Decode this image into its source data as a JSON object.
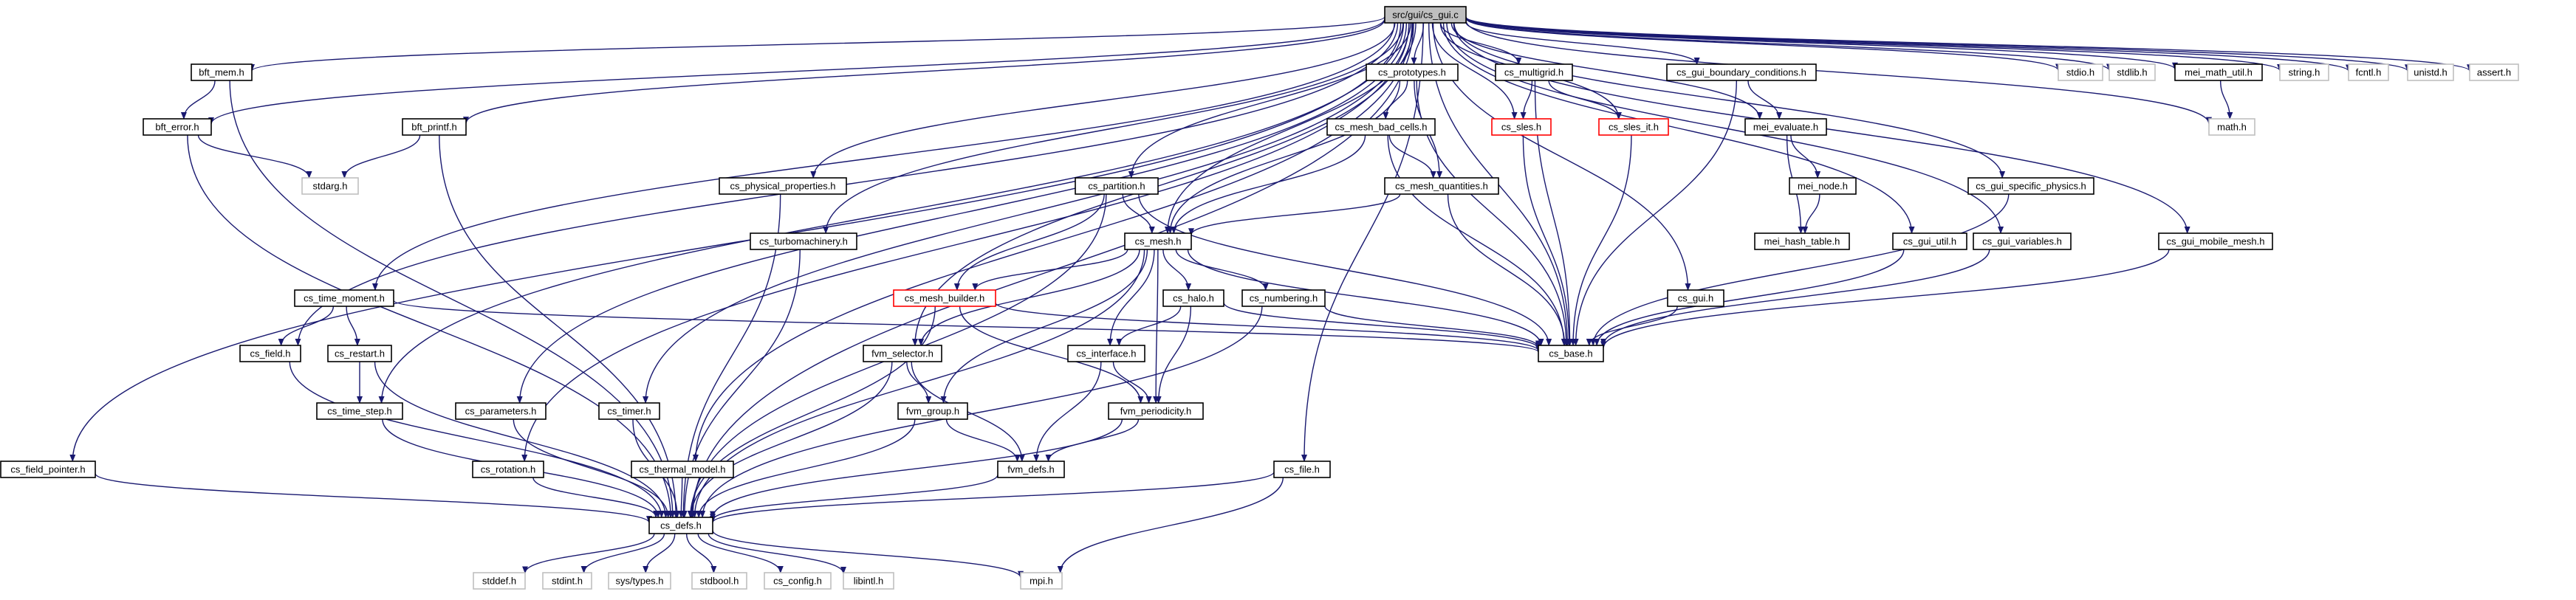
{
  "colors": {
    "edge": "#191970",
    "node_border": "#000000",
    "external_border": "#bfbfbf",
    "missing_border": "#ff0000",
    "root_fill": "#bfbfbf",
    "node_fill": "#ffffff"
  },
  "graph": {
    "root": "src/gui/cs_gui.c",
    "nodes": [
      {
        "id": "cs_gui_c",
        "label": "src/gui/cs_gui.c",
        "kind": "root"
      },
      {
        "id": "bft_mem_h",
        "label": "bft_mem.h",
        "kind": "normal"
      },
      {
        "id": "bft_error_h",
        "label": "bft_error.h",
        "kind": "normal"
      },
      {
        "id": "bft_printf_h",
        "label": "bft_printf.h",
        "kind": "normal"
      },
      {
        "id": "stdarg_h",
        "label": "stdarg.h",
        "kind": "external"
      },
      {
        "id": "cs_physical_properties_h",
        "label": "cs_physical_properties.h",
        "kind": "normal"
      },
      {
        "id": "cs_partition_h",
        "label": "cs_partition.h",
        "kind": "normal"
      },
      {
        "id": "cs_prototypes_h",
        "label": "cs_prototypes.h",
        "kind": "normal"
      },
      {
        "id": "cs_mesh_bad_cells_h",
        "label": "cs_mesh_bad_cells.h",
        "kind": "normal"
      },
      {
        "id": "cs_mesh_quantities_h",
        "label": "cs_mesh_quantities.h",
        "kind": "normal"
      },
      {
        "id": "cs_multigrid_h",
        "label": "cs_multigrid.h",
        "kind": "normal"
      },
      {
        "id": "cs_sles_h",
        "label": "cs_sles.h",
        "kind": "missing"
      },
      {
        "id": "cs_sles_it_h",
        "label": "cs_sles_it.h",
        "kind": "missing"
      },
      {
        "id": "cs_gui_boundary_conditions_h",
        "label": "cs_gui_boundary_conditions.h",
        "kind": "normal"
      },
      {
        "id": "mei_evaluate_h",
        "label": "mei_evaluate.h",
        "kind": "normal"
      },
      {
        "id": "mei_node_h",
        "label": "mei_node.h",
        "kind": "normal"
      },
      {
        "id": "mei_hash_table_h",
        "label": "mei_hash_table.h",
        "kind": "normal"
      },
      {
        "id": "stdio_h",
        "label": "stdio.h",
        "kind": "external"
      },
      {
        "id": "stdlib_h",
        "label": "stdlib.h",
        "kind": "external"
      },
      {
        "id": "mei_math_util_h",
        "label": "mei_math_util.h",
        "kind": "normal"
      },
      {
        "id": "math_h",
        "label": "math.h",
        "kind": "external"
      },
      {
        "id": "string_h",
        "label": "string.h",
        "kind": "external"
      },
      {
        "id": "fcntl_h",
        "label": "fcntl.h",
        "kind": "external"
      },
      {
        "id": "unistd_h",
        "label": "unistd.h",
        "kind": "external"
      },
      {
        "id": "assert_h",
        "label": "assert.h",
        "kind": "external"
      },
      {
        "id": "cs_gui_specific_physics_h",
        "label": "cs_gui_specific_physics.h",
        "kind": "normal"
      },
      {
        "id": "cs_gui_util_h",
        "label": "cs_gui_util.h",
        "kind": "normal"
      },
      {
        "id": "cs_gui_variables_h",
        "label": "cs_gui_variables.h",
        "kind": "normal"
      },
      {
        "id": "cs_gui_mobile_mesh_h",
        "label": "cs_gui_mobile_mesh.h",
        "kind": "normal"
      },
      {
        "id": "cs_turbomachinery_h",
        "label": "cs_turbomachinery.h",
        "kind": "normal"
      },
      {
        "id": "cs_mesh_h",
        "label": "cs_mesh.h",
        "kind": "normal"
      },
      {
        "id": "cs_mesh_builder_h",
        "label": "cs_mesh_builder.h",
        "kind": "missing"
      },
      {
        "id": "cs_halo_h",
        "label": "cs_halo.h",
        "kind": "normal"
      },
      {
        "id": "cs_numbering_h",
        "label": "cs_numbering.h",
        "kind": "normal"
      },
      {
        "id": "cs_gui_h",
        "label": "cs_gui.h",
        "kind": "normal"
      },
      {
        "id": "cs_base_h",
        "label": "cs_base.h",
        "kind": "normal"
      },
      {
        "id": "cs_time_moment_h",
        "label": "cs_time_moment.h",
        "kind": "normal"
      },
      {
        "id": "cs_field_h",
        "label": "cs_field.h",
        "kind": "normal"
      },
      {
        "id": "cs_restart_h",
        "label": "cs_restart.h",
        "kind": "normal"
      },
      {
        "id": "fvm_selector_h",
        "label": "fvm_selector.h",
        "kind": "normal"
      },
      {
        "id": "cs_interface_h",
        "label": "cs_interface.h",
        "kind": "normal"
      },
      {
        "id": "cs_time_step_h",
        "label": "cs_time_step.h",
        "kind": "normal"
      },
      {
        "id": "cs_parameters_h",
        "label": "cs_parameters.h",
        "kind": "normal"
      },
      {
        "id": "cs_timer_h",
        "label": "cs_timer.h",
        "kind": "normal"
      },
      {
        "id": "fvm_group_h",
        "label": "fvm_group.h",
        "kind": "normal"
      },
      {
        "id": "fvm_periodicity_h",
        "label": "fvm_periodicity.h",
        "kind": "normal"
      },
      {
        "id": "cs_field_pointer_h",
        "label": "cs_field_pointer.h",
        "kind": "normal"
      },
      {
        "id": "cs_rotation_h",
        "label": "cs_rotation.h",
        "kind": "normal"
      },
      {
        "id": "cs_thermal_model_h",
        "label": "cs_thermal_model.h",
        "kind": "normal"
      },
      {
        "id": "fvm_defs_h",
        "label": "fvm_defs.h",
        "kind": "normal"
      },
      {
        "id": "cs_file_h",
        "label": "cs_file.h",
        "kind": "normal"
      },
      {
        "id": "cs_defs_h",
        "label": "cs_defs.h",
        "kind": "normal"
      },
      {
        "id": "stddef_h",
        "label": "stddef.h",
        "kind": "external"
      },
      {
        "id": "stdint_h",
        "label": "stdint.h",
        "kind": "external"
      },
      {
        "id": "sys_types_h",
        "label": "sys/types.h",
        "kind": "external"
      },
      {
        "id": "stdbool_h",
        "label": "stdbool.h",
        "kind": "external"
      },
      {
        "id": "cs_config_h",
        "label": "cs_config.h",
        "kind": "external"
      },
      {
        "id": "libintl_h",
        "label": "libintl.h",
        "kind": "external"
      },
      {
        "id": "mpi_h",
        "label": "mpi.h",
        "kind": "external"
      }
    ],
    "edges": [
      [
        "cs_gui_c",
        "bft_mem_h"
      ],
      [
        "cs_gui_c",
        "bft_error_h"
      ],
      [
        "cs_gui_c",
        "bft_printf_h"
      ],
      [
        "cs_gui_c",
        "cs_physical_properties_h"
      ],
      [
        "cs_gui_c",
        "cs_partition_h"
      ],
      [
        "cs_gui_c",
        "cs_prototypes_h"
      ],
      [
        "cs_gui_c",
        "cs_multigrid_h"
      ],
      [
        "cs_gui_c",
        "cs_sles_h"
      ],
      [
        "cs_gui_c",
        "cs_sles_it_h"
      ],
      [
        "cs_gui_c",
        "cs_gui_boundary_conditions_h"
      ],
      [
        "cs_gui_c",
        "mei_evaluate_h"
      ],
      [
        "cs_gui_c",
        "stdio_h"
      ],
      [
        "cs_gui_c",
        "stdlib_h"
      ],
      [
        "cs_gui_c",
        "mei_math_util_h"
      ],
      [
        "cs_gui_c",
        "math_h"
      ],
      [
        "cs_gui_c",
        "string_h"
      ],
      [
        "cs_gui_c",
        "fcntl_h"
      ],
      [
        "cs_gui_c",
        "unistd_h"
      ],
      [
        "cs_gui_c",
        "assert_h"
      ],
      [
        "cs_gui_c",
        "cs_gui_specific_physics_h"
      ],
      [
        "cs_gui_c",
        "cs_gui_util_h"
      ],
      [
        "cs_gui_c",
        "cs_gui_variables_h"
      ],
      [
        "cs_gui_c",
        "cs_gui_mobile_mesh_h"
      ],
      [
        "cs_gui_c",
        "cs_turbomachinery_h"
      ],
      [
        "cs_gui_c",
        "cs_mesh_h"
      ],
      [
        "cs_gui_c",
        "cs_gui_h"
      ],
      [
        "cs_gui_c",
        "cs_base_h"
      ],
      [
        "cs_gui_c",
        "cs_time_moment_h"
      ],
      [
        "cs_gui_c",
        "cs_field_h"
      ],
      [
        "cs_gui_c",
        "fvm_selector_h"
      ],
      [
        "cs_gui_c",
        "cs_time_step_h"
      ],
      [
        "cs_gui_c",
        "cs_parameters_h"
      ],
      [
        "cs_gui_c",
        "cs_timer_h"
      ],
      [
        "cs_gui_c",
        "cs_field_pointer_h"
      ],
      [
        "cs_gui_c",
        "cs_rotation_h"
      ],
      [
        "cs_gui_c",
        "cs_thermal_model_h"
      ],
      [
        "cs_gui_c",
        "cs_file_h"
      ],
      [
        "cs_gui_c",
        "cs_defs_h"
      ],
      [
        "bft_mem_h",
        "bft_error_h"
      ],
      [
        "bft_mem_h",
        "cs_defs_h"
      ],
      [
        "bft_error_h",
        "stdarg_h"
      ],
      [
        "bft_error_h",
        "cs_defs_h"
      ],
      [
        "bft_printf_h",
        "stdarg_h"
      ],
      [
        "bft_printf_h",
        "cs_defs_h"
      ],
      [
        "cs_physical_properties_h",
        "cs_defs_h"
      ],
      [
        "cs_partition_h",
        "cs_mesh_h"
      ],
      [
        "cs_partition_h",
        "cs_mesh_builder_h"
      ],
      [
        "cs_partition_h",
        "cs_base_h"
      ],
      [
        "cs_partition_h",
        "cs_defs_h"
      ],
      [
        "cs_prototypes_h",
        "cs_mesh_bad_cells_h"
      ],
      [
        "cs_prototypes_h",
        "cs_mesh_quantities_h"
      ],
      [
        "cs_prototypes_h",
        "cs_mesh_h"
      ],
      [
        "cs_prototypes_h",
        "cs_base_h"
      ],
      [
        "cs_mesh_bad_cells_h",
        "cs_mesh_quantities_h"
      ],
      [
        "cs_mesh_bad_cells_h",
        "cs_mesh_h"
      ],
      [
        "cs_mesh_bad_cells_h",
        "cs_base_h"
      ],
      [
        "cs_mesh_quantities_h",
        "cs_mesh_h"
      ],
      [
        "cs_mesh_quantities_h",
        "cs_base_h"
      ],
      [
        "cs_multigrid_h",
        "cs_sles_h"
      ],
      [
        "cs_multigrid_h",
        "cs_sles_it_h"
      ],
      [
        "cs_multigrid_h",
        "cs_base_h"
      ],
      [
        "cs_sles_h",
        "cs_base_h"
      ],
      [
        "cs_sles_it_h",
        "cs_base_h"
      ],
      [
        "cs_gui_boundary_conditions_h",
        "mei_evaluate_h"
      ],
      [
        "cs_gui_boundary_conditions_h",
        "cs_base_h"
      ],
      [
        "mei_evaluate_h",
        "mei_node_h"
      ],
      [
        "mei_evaluate_h",
        "mei_hash_table_h"
      ],
      [
        "mei_node_h",
        "mei_hash_table_h"
      ],
      [
        "mei_math_util_h",
        "math_h"
      ],
      [
        "cs_gui_specific_physics_h",
        "cs_base_h"
      ],
      [
        "cs_gui_util_h",
        "cs_base_h"
      ],
      [
        "cs_gui_variables_h",
        "cs_base_h"
      ],
      [
        "cs_gui_mobile_mesh_h",
        "cs_base_h"
      ],
      [
        "cs_gui_h",
        "cs_base_h"
      ],
      [
        "cs_turbomachinery_h",
        "cs_defs_h"
      ],
      [
        "cs_mesh_h",
        "cs_mesh_builder_h"
      ],
      [
        "cs_mesh_h",
        "cs_halo_h"
      ],
      [
        "cs_mesh_h",
        "cs_numbering_h"
      ],
      [
        "cs_mesh_h",
        "cs_base_h"
      ],
      [
        "cs_mesh_h",
        "fvm_selector_h"
      ],
      [
        "cs_mesh_h",
        "cs_interface_h"
      ],
      [
        "cs_mesh_h",
        "fvm_group_h"
      ],
      [
        "cs_mesh_h",
        "fvm_periodicity_h"
      ],
      [
        "cs_mesh_h",
        "cs_defs_h"
      ],
      [
        "cs_mesh_builder_h",
        "cs_base_h"
      ],
      [
        "cs_mesh_builder_h",
        "fvm_periodicity_h"
      ],
      [
        "cs_mesh_builder_h",
        "cs_defs_h"
      ],
      [
        "cs_halo_h",
        "cs_base_h"
      ],
      [
        "cs_halo_h",
        "cs_interface_h"
      ],
      [
        "cs_halo_h",
        "fvm_periodicity_h"
      ],
      [
        "cs_numbering_h",
        "cs_base_h"
      ],
      [
        "cs_numbering_h",
        "cs_defs_h"
      ],
      [
        "cs_time_moment_h",
        "cs_field_h"
      ],
      [
        "cs_time_moment_h",
        "cs_restart_h"
      ],
      [
        "cs_time_moment_h",
        "cs_base_h"
      ],
      [
        "cs_field_h",
        "cs_defs_h"
      ],
      [
        "cs_restart_h",
        "cs_time_step_h"
      ],
      [
        "cs_restart_h",
        "cs_defs_h"
      ],
      [
        "fvm_selector_h",
        "fvm_group_h"
      ],
      [
        "fvm_selector_h",
        "fvm_defs_h"
      ],
      [
        "fvm_selector_h",
        "cs_defs_h"
      ],
      [
        "cs_interface_h",
        "fvm_periodicity_h"
      ],
      [
        "cs_interface_h",
        "fvm_defs_h"
      ],
      [
        "cs_time_step_h",
        "cs_defs_h"
      ],
      [
        "cs_parameters_h",
        "cs_defs_h"
      ],
      [
        "cs_timer_h",
        "cs_defs_h"
      ],
      [
        "fvm_group_h",
        "fvm_defs_h"
      ],
      [
        "fvm_group_h",
        "cs_defs_h"
      ],
      [
        "fvm_periodicity_h",
        "fvm_defs_h"
      ],
      [
        "fvm_periodicity_h",
        "cs_defs_h"
      ],
      [
        "cs_field_pointer_h",
        "cs_defs_h"
      ],
      [
        "cs_rotation_h",
        "cs_defs_h"
      ],
      [
        "cs_thermal_model_h",
        "cs_defs_h"
      ],
      [
        "fvm_defs_h",
        "cs_defs_h"
      ],
      [
        "cs_file_h",
        "cs_defs_h"
      ],
      [
        "cs_file_h",
        "mpi_h"
      ],
      [
        "cs_defs_h",
        "stddef_h"
      ],
      [
        "cs_defs_h",
        "stdint_h"
      ],
      [
        "cs_defs_h",
        "sys_types_h"
      ],
      [
        "cs_defs_h",
        "stdbool_h"
      ],
      [
        "cs_defs_h",
        "cs_config_h"
      ],
      [
        "cs_defs_h",
        "libintl_h"
      ],
      [
        "cs_defs_h",
        "mpi_h"
      ]
    ]
  }
}
